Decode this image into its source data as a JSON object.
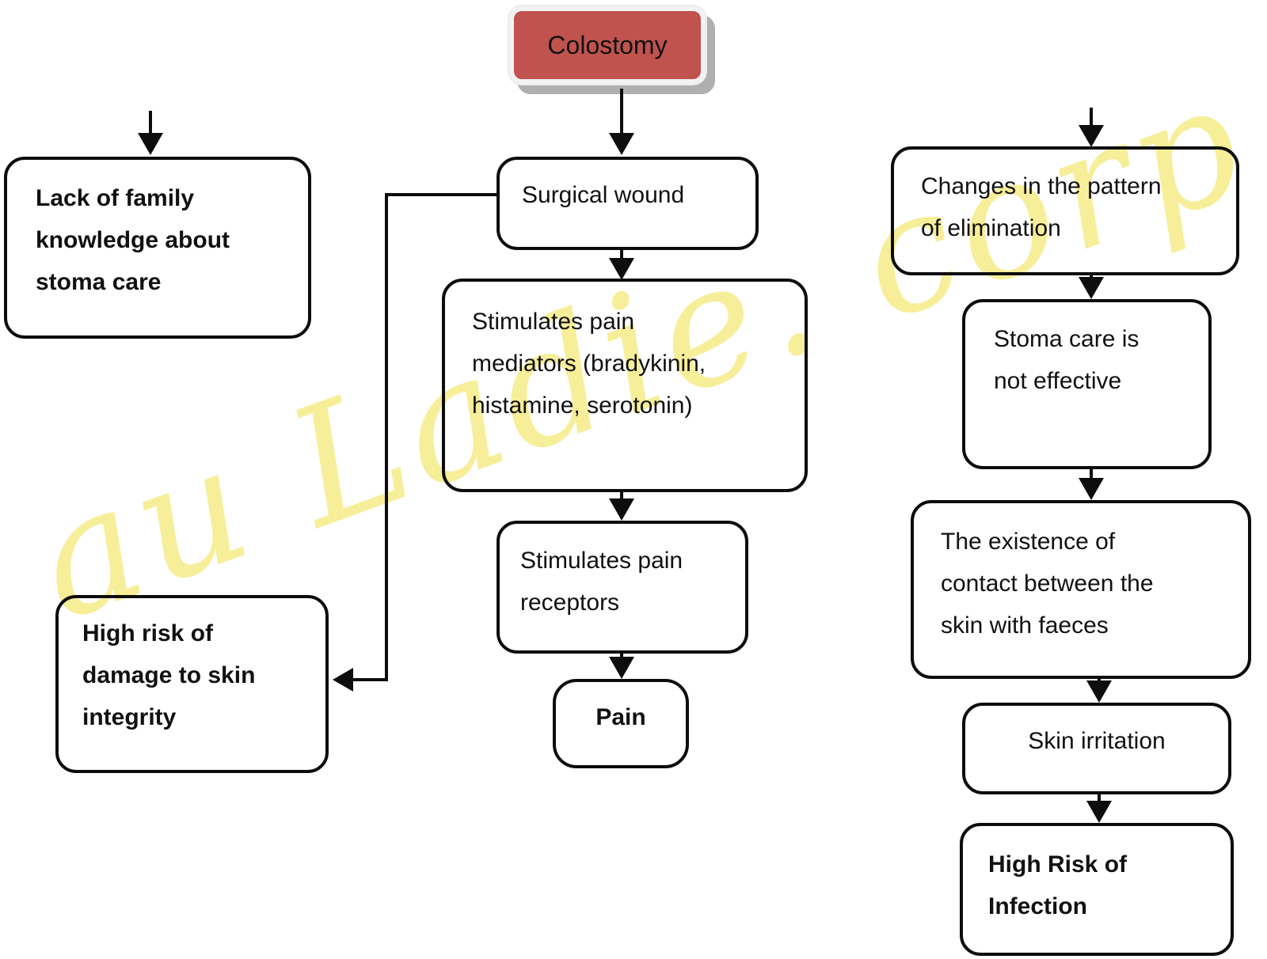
{
  "diagram": {
    "topic": "Colostomy pathophysiology flowchart",
    "ink_color": "#0d0d0d",
    "background_color": "#ffffff"
  },
  "watermark": {
    "text": "au Ladie. corp",
    "color": "#f7ee99"
  },
  "nodes": {
    "colostomy": {
      "label": "Colostomy",
      "fill": "#c0534e"
    },
    "surgical_wound": {
      "label": "Surgical wound"
    },
    "pain_mediators": {
      "label": "Stimulates pain\nmediators (bradykinin,\nhistamine, serotonin)"
    },
    "pain_receptors": {
      "label": "Stimulates pain\nreceptors"
    },
    "pain": {
      "label": "Pain"
    },
    "family_knowledge": {
      "label": "Lack of family\nknowledge about\nstoma care"
    },
    "skin_integrity": {
      "label": "High risk of\ndamage to skin\nintegrity"
    },
    "elimination_pattern": {
      "label": "Changes in the pattern\nof elimination"
    },
    "stoma_care": {
      "label": "Stoma care is\nnot effective"
    },
    "skin_faeces_contact": {
      "label": "The existence of\ncontact between the\nskin with faeces"
    },
    "skin_irritation": {
      "label": "Skin irritation"
    },
    "infection_risk": {
      "label": "High Risk of\nInfection"
    }
  }
}
